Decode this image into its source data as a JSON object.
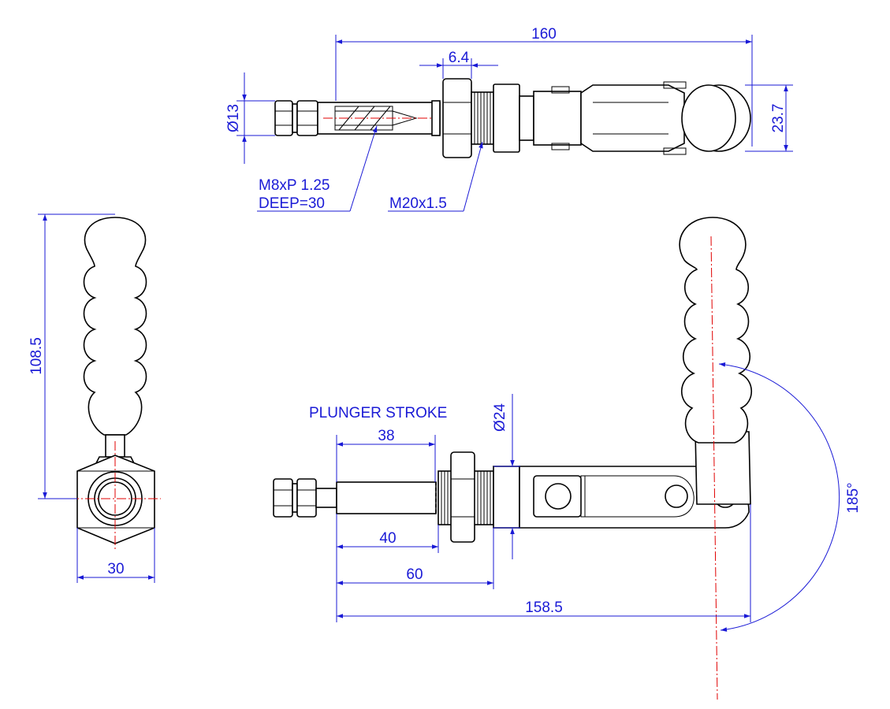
{
  "colors": {
    "dimension": "#1a1ad6",
    "centerline": "#e00000",
    "outline": "#000000"
  },
  "top_view": {
    "overall_length": "160",
    "nut_width": "6.4",
    "bore_diameter": "Ø13",
    "head_height": "23.7",
    "thread_callout_line1": "M8xP 1.25",
    "thread_callout_line2": "DEEP=30",
    "body_thread": "M20x1.5"
  },
  "end_view": {
    "handle_height": "108.5",
    "hex_width": "30"
  },
  "side_view": {
    "title": "PLUNGER STROKE",
    "stroke": "38",
    "body_diameter": "Ø24",
    "plunger_extension": "40",
    "body_length": "60",
    "overall_length": "158.5",
    "handle_angle": "185°"
  }
}
